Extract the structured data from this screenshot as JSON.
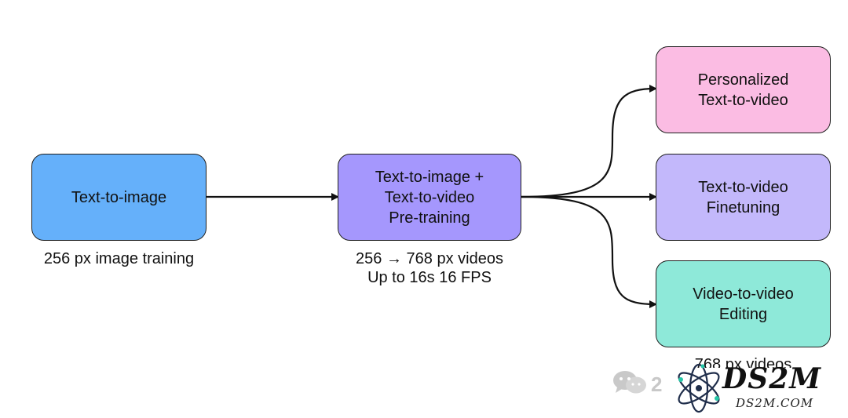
{
  "boxes": {
    "text_to_image": {
      "lines": [
        "Text-to-image"
      ],
      "color": "#65b0fa"
    },
    "pretraining": {
      "lines": [
        "Text-to-image +",
        "Text-to-video",
        "Pre-training"
      ],
      "color": "#a597fd"
    },
    "personalized": {
      "lines": [
        "Personalized",
        "Text-to-video"
      ],
      "color": "#fbbce3"
    },
    "finetuning": {
      "lines": [
        "Text-to-video",
        "Finetuning"
      ],
      "color": "#c3b8fb"
    },
    "editing": {
      "lines": [
        "Video-to-video",
        "Editing"
      ],
      "color": "#8ee9d9"
    }
  },
  "captions": {
    "text_to_image": [
      "256 px image training"
    ],
    "pretraining": [
      "256 → 768 px videos",
      "Up to 16s 16 FPS"
    ],
    "editing": [
      "768 px videos"
    ]
  },
  "watermark": {
    "partial_text": "2",
    "brand": "DS2M",
    "url": "DS2M.COM",
    "icons": [
      "wechat-icon",
      "atom-logo-icon"
    ]
  }
}
